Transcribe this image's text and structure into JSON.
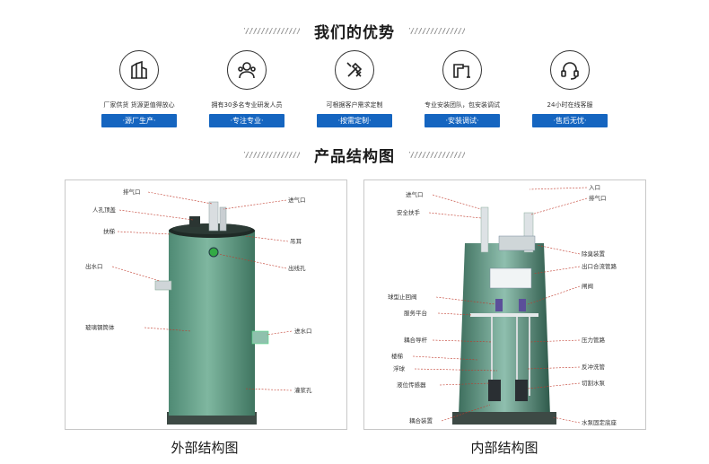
{
  "advantages": {
    "heading": "我们的优势",
    "items": [
      {
        "icon": "factory-icon",
        "desc": "厂家供货 货源更值得放心",
        "badge": "·源厂生产·"
      },
      {
        "icon": "team-icon",
        "desc": "拥有30多名专业研发人员",
        "badge": "·专注专业·"
      },
      {
        "icon": "tools-icon",
        "desc": "可根据客户需求定制",
        "badge": "·按需定制·"
      },
      {
        "icon": "pipe-install-icon",
        "desc": "专业安装团队，包安装调试",
        "badge": "·安装调试·"
      },
      {
        "icon": "headset-icon",
        "desc": "24小时在线客服",
        "badge": "·售后无忧·"
      }
    ]
  },
  "structure": {
    "heading": "产品结构图",
    "external": {
      "caption": "外部结构图",
      "labels": [
        "排气口",
        "人孔顶盖",
        "进气口",
        "扶梯",
        "吊耳",
        "出水口",
        "出线孔",
        "玻璃钢筒体",
        "进水口",
        "灌浆孔"
      ]
    },
    "internal": {
      "caption": "内部结构图",
      "labels": [
        "入口",
        "进气口",
        "排气口",
        "安全扶手",
        "除臭装置",
        "出口合流管路",
        "闸阀",
        "球型止回阀",
        "服务平台",
        "耦合导杆",
        "压力管路",
        "楼梯",
        "反冲洗管",
        "浮球",
        "液位传感器",
        "切割水泵",
        "耦合装置",
        "水泵固定底座"
      ]
    }
  },
  "colors": {
    "accent": "#1565c0",
    "tank_green": "#5f9c86",
    "leader_red": "#c0392b"
  }
}
